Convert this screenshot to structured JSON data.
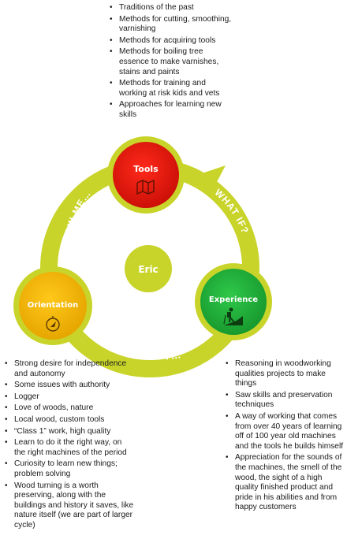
{
  "diagram": {
    "center": {
      "label": "Eric"
    },
    "nodes": {
      "tools": {
        "label": "Tools",
        "color": "#e8160c",
        "icon": "map-icon"
      },
      "orientation": {
        "label": "Orientation",
        "color": "#f5b800",
        "icon": "compass-icon"
      },
      "experience": {
        "label": "Experience",
        "color": "#1eb33a",
        "icon": "hiker-icon"
      }
    },
    "ring_color": "#c9d42a",
    "arrows": {
      "show_me": "SHOW ME…",
      "what_if": "WHAT IF?",
      "beliefs_shift": "BELIEFS SHIFT…"
    }
  },
  "lists": {
    "tools": [
      "Traditions of the past",
      "Methods for cutting, smoothing, varnishing",
      "Methods for acquiring tools",
      "Methods for boiling tree essence to make varnishes, stains and paints",
      "Methods for training and working at risk kids and vets",
      "Approaches for learning new skills"
    ],
    "orientation": [
      "Strong desire for independence and autonomy",
      "Some issues with authority",
      "Logger",
      "Love of woods, nature",
      "Local wood, custom tools",
      "“Class 1” work, high quality",
      "Learn to do it the right way, on the right machines of the period",
      "Curiosity to learn new things; problem solving",
      "Wood turning is a worth preserving, along with the buildings and history it saves, like nature itself (we are part of larger cycle)"
    ],
    "experience": [
      "Reasoning in woodworking qualities projects to make things",
      "Saw skills and preservation techniques",
      "A way of working that comes from over 40 years of learning off of 100 year old machines and the tools he builds himself",
      "Appreciation for the sounds of the machines, the smell of the wood, the sight of a high quality finished product and pride in his abilities and from happy customers"
    ]
  }
}
